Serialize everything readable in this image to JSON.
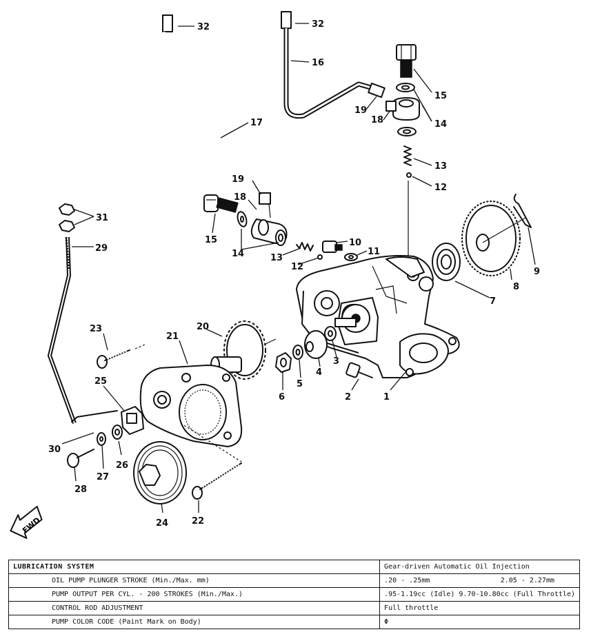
{
  "callouts": [
    "1",
    "2",
    "3",
    "4",
    "5",
    "6",
    "7",
    "8",
    "9",
    "10",
    "11",
    "12",
    "12",
    "13",
    "13",
    "14",
    "14",
    "15",
    "15",
    "16",
    "17",
    "18",
    "18",
    "19",
    "19",
    "20",
    "21",
    "22",
    "23",
    "24",
    "25",
    "26",
    "27",
    "28",
    "29",
    "30",
    "31",
    "32",
    "32"
  ],
  "fwd_label": "FWD",
  "spec_table": {
    "title": "LUBRICATION SYSTEM",
    "title_value": "Gear-driven Automatic Oil Injection",
    "rows": [
      {
        "label": "OIL PUMP PLUNGER STROKE (Min./Max. mm)",
        "value_a": ".20 - .25mm",
        "value_b": "2.05 - 2.27mm"
      },
      {
        "label": "PUMP OUTPUT PER CYL. - 200 STROKES (Min./Max.)",
        "value_a": ".95-1.19cc (Idle) 9.70-10.80cc (Full Throttle)",
        "value_b": ""
      },
      {
        "label": "CONTROL ROD ADJUSTMENT",
        "value_a": "Full throttle",
        "value_b": ""
      },
      {
        "label": "PUMP COLOR CODE (Paint Mark on Body)",
        "value_a": "Φ",
        "value_b": ""
      }
    ]
  }
}
